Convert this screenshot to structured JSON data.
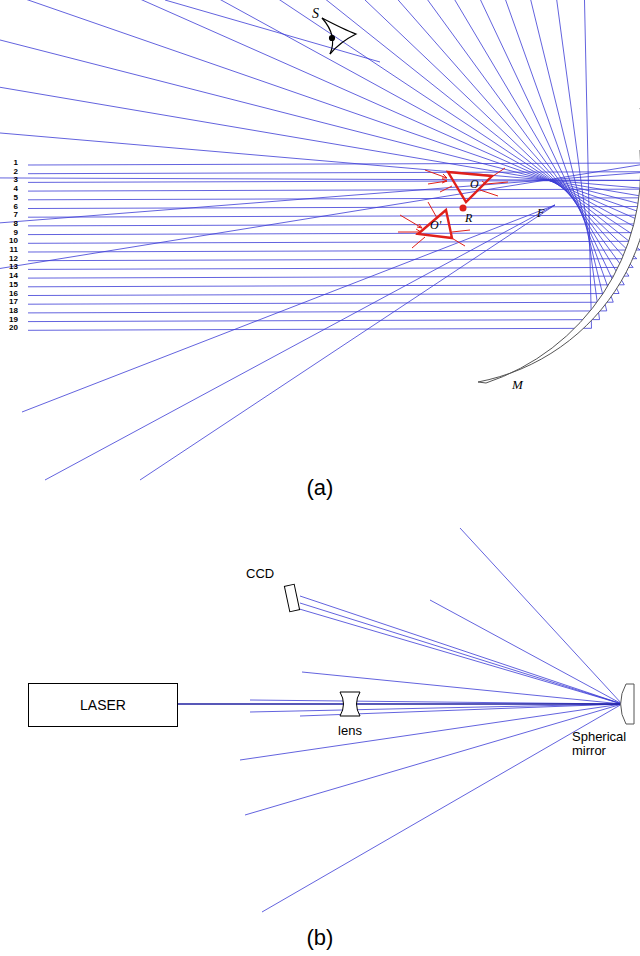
{
  "diagram": {
    "nodes": [
      {
        "text": [
          "LASER"
        ]
      }
    ],
    "labels": [
      "S",
      "1",
      "2",
      "3",
      "4",
      "5",
      "6",
      "7",
      "8",
      "9",
      "10",
      "11",
      "12",
      "13",
      "14",
      "15",
      "16",
      "17",
      "18",
      "19",
      "20",
      "O",
      "R",
      "O'",
      "F",
      "M",
      "(a)",
      "CCD",
      "lens",
      "Spherical mirror",
      "(b)"
    ]
  }
}
